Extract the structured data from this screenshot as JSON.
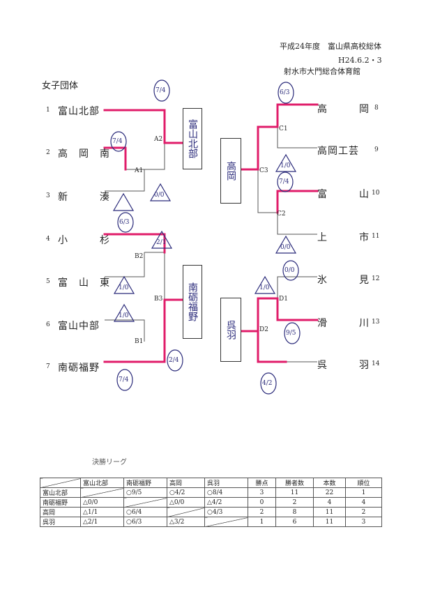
{
  "header": {
    "line1": "平成24年度　富山県高校総体",
    "line2": "H24.6.2・3",
    "line3": "射水市大門総合体育館"
  },
  "title": "女子団体",
  "left_teams": [
    {
      "num": "1",
      "name": "富山北部"
    },
    {
      "num": "2",
      "name": "高　岡　南"
    },
    {
      "num": "3",
      "name": "新　　　湊"
    },
    {
      "num": "4",
      "name": "小　　　杉"
    },
    {
      "num": "5",
      "name": "富　山　東"
    },
    {
      "num": "6",
      "name": "富山中部"
    },
    {
      "num": "7",
      "name": "南砺福野"
    }
  ],
  "right_teams": [
    {
      "num": "8",
      "name": "高　　　岡"
    },
    {
      "num": "9",
      "name": "高岡工芸"
    },
    {
      "num": "10",
      "name": "富　　　山"
    },
    {
      "num": "11",
      "name": "上　　　市"
    },
    {
      "num": "12",
      "name": "氷　　　見"
    },
    {
      "num": "13",
      "name": "滑　　　川"
    },
    {
      "num": "14",
      "name": "呉　　　羽"
    }
  ],
  "match_labels": {
    "a1": "A1",
    "a2": "A2",
    "b1": "B1",
    "b2": "B2",
    "b3": "B3",
    "c1": "C1",
    "c2": "C2",
    "c3": "C3",
    "d1": "D1",
    "d2": "D2"
  },
  "winners": {
    "a": "富山北部",
    "b": "南砺福野",
    "c": "高岡",
    "d": "呉羽"
  },
  "scores": {
    "a2": "7/4",
    "a1_top": "7/4",
    "a1_bot": "0/0",
    "b2": "2/1",
    "b1_top": "1/0",
    "b1_bot": "7/4",
    "b3": "2/4",
    "sugi": "6/3",
    "higashi": "1/0",
    "c1_top": "6/3",
    "c1_bot": "1/0",
    "c2_top": "7/4",
    "c2_bot": "0/0",
    "d1_top": "0/0",
    "d1_mid": "1/0",
    "d1_bot": "9/5",
    "d2": "4/2"
  },
  "note": "決勝リーグ",
  "table": {
    "headers": [
      "",
      "富山北部",
      "南砺福野",
      "高岡",
      "呉羽",
      "勝点",
      "勝者数",
      "本数",
      "順位"
    ],
    "rows": [
      [
        "富山北部",
        "",
        "○9/5",
        "○4/2",
        "○8/4",
        "3",
        "11",
        "22",
        "1"
      ],
      [
        "南砺福野",
        "△0/0",
        "",
        "△0/0",
        "△4/2",
        "0",
        "2",
        "4",
        "4"
      ],
      [
        "高岡",
        "△1/1",
        "○6/4",
        "",
        "○4/3",
        "2",
        "8",
        "11",
        "2"
      ],
      [
        "呉羽",
        "△2/1",
        "○6/3",
        "△3/2",
        "",
        "1",
        "6",
        "11",
        "3"
      ]
    ]
  },
  "colors": {
    "line": "#555555",
    "winner_path": "#e01c6a",
    "pen": "#2a2a7a"
  }
}
